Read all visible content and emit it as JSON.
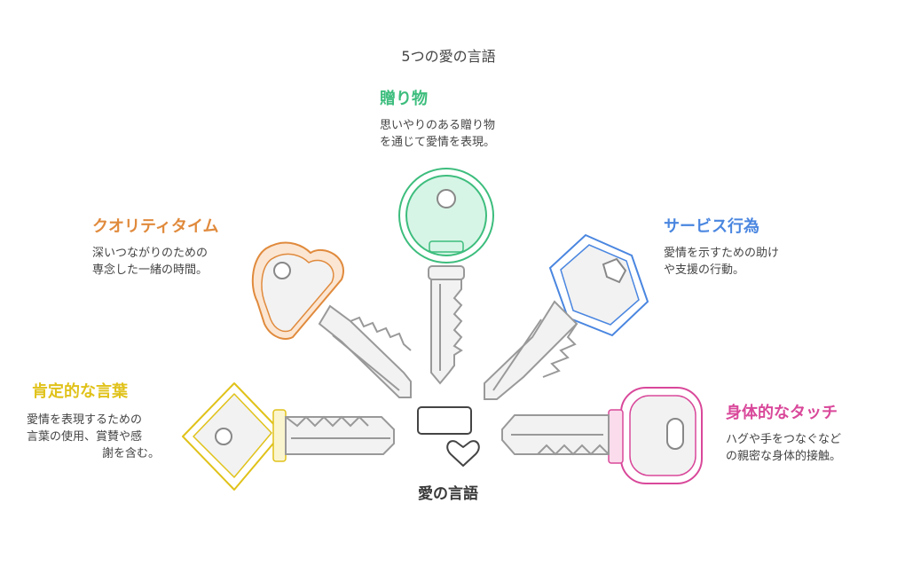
{
  "title": "5つの愛の言語",
  "center": {
    "label": "愛の言語"
  },
  "items": [
    {
      "name": "贈り物",
      "desc1": "思いやりのある贈り物",
      "desc2": "を通じて愛情を表現。",
      "color": "#3dbd7d",
      "fill": "#d7f5e6"
    },
    {
      "name": "クオリティタイム",
      "desc1": "深いつながりのための",
      "desc2": "専念した一緒の時間。",
      "color": "#e08a3c",
      "fill": "#fbe6d3"
    },
    {
      "name": "サービス行為",
      "desc1": "愛情を示すための助け",
      "desc2": "や支援の行動。",
      "color": "#4a86e0",
      "fill": "#dbe8fb"
    },
    {
      "name": "肯定的な言葉",
      "desc1": "愛情を表現するための",
      "desc2": "言葉の使用、賞賛や感",
      "desc3": "謝を含む。",
      "color": "#e0c21a",
      "fill": "#fbf5cf"
    },
    {
      "name": "身体的なタッチ",
      "desc1": "ハグや手をつなぐなど",
      "desc2": "の親密な身体的接触。",
      "color": "#d9489a",
      "fill": "#fbdcec"
    }
  ]
}
